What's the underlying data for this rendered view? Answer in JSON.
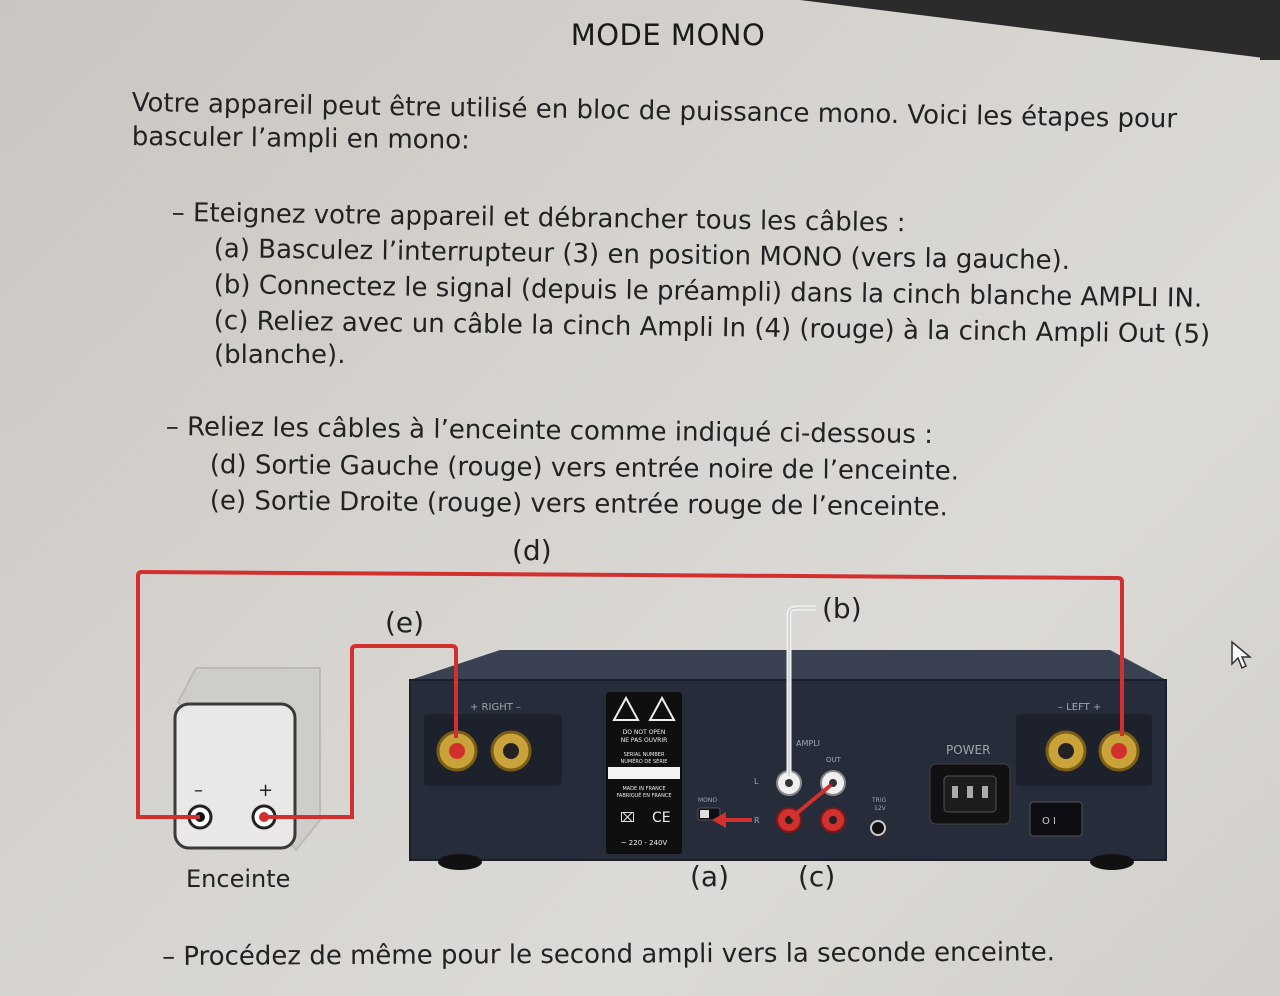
{
  "title": "MODE MONO",
  "intro": {
    "line1": "Votre appareil peut être utilisé en bloc de puissance mono. Voici les étapes pour",
    "line2": "basculer l’ampli en mono:"
  },
  "steps1": {
    "heading": "– Eteignez votre appareil et débrancher tous les câbles :",
    "a": "(a) Basculez l’interrupteur (3) en position MONO (vers la gauche).",
    "b": "(b) Connectez le signal (depuis le préampli) dans la cinch blanche AMPLI IN.",
    "c1": "(c) Reliez avec un câble la cinch Ampli In (4) (rouge) à la cinch Ampli Out (5)",
    "c2": "(blanche)."
  },
  "steps2": {
    "heading": "– Reliez les câbles à l’enceinte comme indiqué ci-dessous :",
    "d": "(d) Sortie Gauche (rouge) vers entrée noire de l’enceinte.",
    "e": "(e) Sortie Droite (rouge) vers entrée rouge de l’enceinte."
  },
  "final": "– Procédez de même pour le second ampli vers la seconde enceinte.",
  "diagram": {
    "label_d": "(d)",
    "label_e": "(e)",
    "label_b": "(b)",
    "label_a": "(a)",
    "label_c": "(c)",
    "speaker_label": "Enceinte",
    "speaker_minus": "–",
    "speaker_plus": "+",
    "right_label": "+ RIGHT –",
    "left_label": "– LEFT +",
    "power_label": "POWER",
    "ampli_label": "AMPLI",
    "out_label": "OUT",
    "l_label": "L",
    "r_label": "R",
    "mono_label": "MONO",
    "trig_label": "TRIG",
    "trig_volt": "12V",
    "sticker_line1": "DO NOT OPEN",
    "sticker_line2": "NE PAS OUVRIR",
    "sticker_line3": "SERIAL NUMBER",
    "sticker_line4": "NUMÉRO DE SÉRIE",
    "sticker_line5": "MADE IN FRANCE",
    "sticker_line6": "FABRIQUÉ EN FRANCE",
    "ce_mark": "CE",
    "voltage": "~ 220 - 240V",
    "switch_label": "O I"
  },
  "colors": {
    "cable_red": "#d2302e",
    "cable_white": "#f0f0f0",
    "amp_body": "#262c3a",
    "gold": "#c9a23a"
  }
}
